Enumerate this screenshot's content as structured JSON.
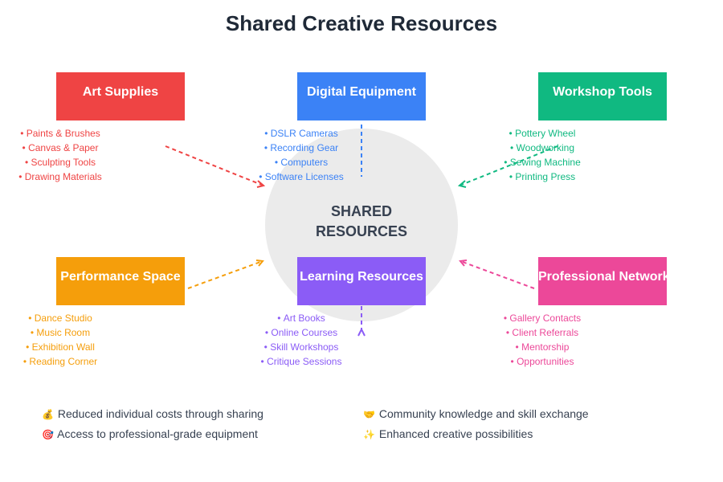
{
  "title": "Shared Creative Resources",
  "hub": {
    "line1": "SHARED",
    "line2": "RESOURCES"
  },
  "categories": [
    {
      "id": "art-supplies",
      "label": "Art Supplies",
      "color": "#ef4444",
      "items": [
        "Paints & Brushes",
        "Canvas & Paper",
        "Sculpting Tools",
        "Drawing Materials"
      ]
    },
    {
      "id": "digital-equipment",
      "label": "Digital Equipment",
      "color": "#3b82f6",
      "items": [
        "DSLR Cameras",
        "Recording Gear",
        "Computers",
        "Software Licenses"
      ]
    },
    {
      "id": "workshop-tools",
      "label": "Workshop Tools",
      "color": "#10b981",
      "items": [
        "Pottery Wheel",
        "Woodworking",
        "Sewing Machine",
        "Printing Press"
      ]
    },
    {
      "id": "performance-space",
      "label": "Performance Space",
      "color": "#f59e0b",
      "items": [
        "Dance Studio",
        "Music Room",
        "Exhibition Wall",
        "Reading Corner"
      ]
    },
    {
      "id": "learning-resources",
      "label": "Learning Resources",
      "color": "#8b5cf6",
      "items": [
        "Art Books",
        "Online Courses",
        "Skill Workshops",
        "Critique Sessions"
      ]
    },
    {
      "id": "professional-network",
      "label": "Professional Network",
      "color": "#ec4899",
      "items": [
        "Gallery Contacts",
        "Client Referrals",
        "Mentorship",
        "Opportunities"
      ]
    }
  ],
  "benefits": [
    {
      "icon": "money-icon",
      "glyph": "💰",
      "text": "Reduced individual costs through sharing"
    },
    {
      "icon": "handshake-icon",
      "glyph": "🤝",
      "text": "Community knowledge and skill exchange"
    },
    {
      "icon": "target-icon",
      "glyph": "🎯",
      "text": "Access to professional-grade equipment"
    },
    {
      "icon": "sparkle-icon",
      "glyph": "✨",
      "text": "Enhanced creative possibilities"
    }
  ]
}
